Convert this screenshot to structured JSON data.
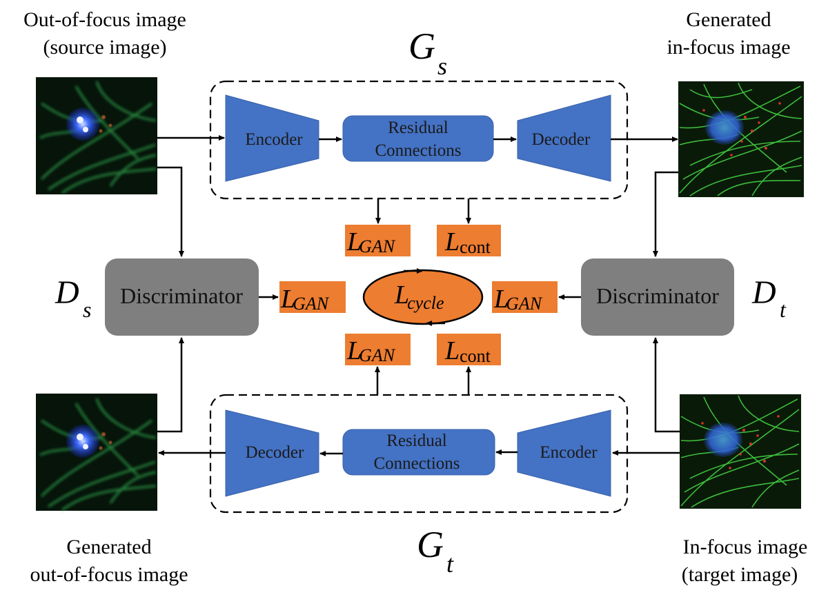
{
  "captions": {
    "source_line1": "Out-of-focus image",
    "source_line2": "(source image)",
    "gen_in_line1": "Generated",
    "gen_in_line2": "in-focus image",
    "gen_out_line1": "Generated",
    "gen_out_line2": "out-of-focus image",
    "target_line1": "In-focus image",
    "target_line2": "(target image)"
  },
  "generators": {
    "gs": {
      "letter": "G",
      "sub": "s"
    },
    "gt": {
      "letter": "G",
      "sub": "t"
    }
  },
  "discriminators": {
    "ds": {
      "label": "Discriminator",
      "letter": "D",
      "sub": "s"
    },
    "dt": {
      "label": "Discriminator",
      "letter": "D",
      "sub": "t"
    }
  },
  "blocks": {
    "encoder": "Encoder",
    "decoder": "Decoder",
    "residual_line1": "Residual",
    "residual_line2": "Connections"
  },
  "losses": {
    "L": "L",
    "gan": "GAN",
    "cont": "cont",
    "cycle": "cycle"
  },
  "colors": {
    "block_blue": "#4472c4",
    "loss_orange": "#ed7d31",
    "disc_gray": "#7f7f7f",
    "cell_green": "#2f9e2f",
    "cell_blue": "#2c4cff",
    "cell_red": "#c8322a"
  }
}
